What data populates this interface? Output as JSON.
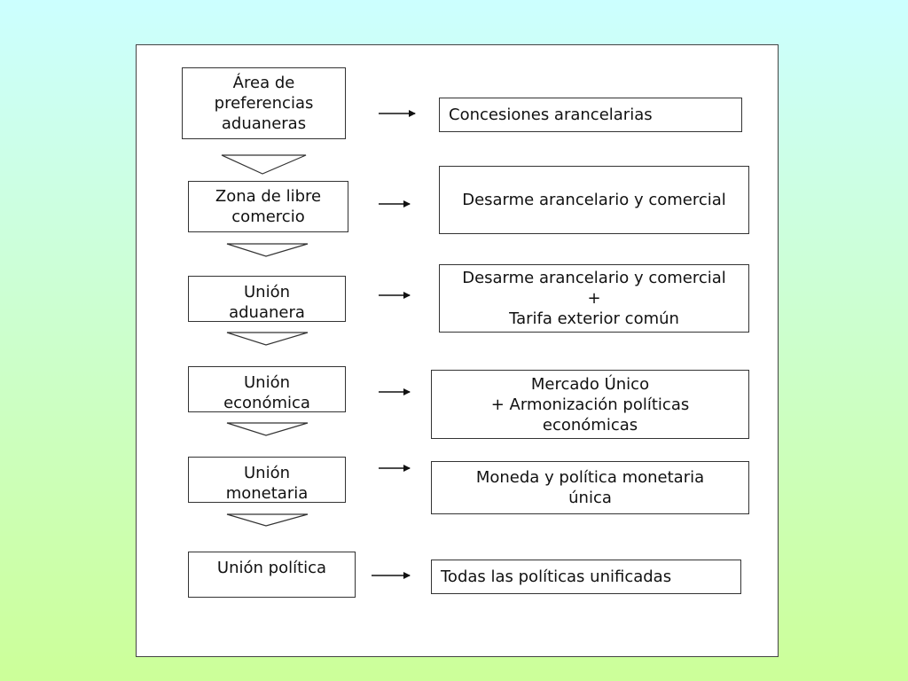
{
  "stages": [
    {
      "lines": [
        "Área de",
        "preferencias",
        "aduaneras"
      ]
    },
    {
      "lines": [
        "Zona de libre",
        "comercio"
      ]
    },
    {
      "lines": [
        "Unión",
        "aduanera"
      ]
    },
    {
      "lines": [
        "Unión",
        "económica"
      ]
    },
    {
      "lines": [
        "Unión",
        "monetaria"
      ]
    },
    {
      "lines": [
        "Unión política"
      ]
    }
  ],
  "features": [
    {
      "lines": [
        "Concesiones arancelarias"
      ]
    },
    {
      "lines": [
        "Desarme arancelario y comercial"
      ]
    },
    {
      "lines": [
        "Desarme arancelario y comercial",
        "+",
        "Tarifa exterior común"
      ]
    },
    {
      "lines": [
        "Mercado Único",
        "+  Armonización políticas",
        "económicas"
      ]
    },
    {
      "lines": [
        "Moneda y política monetaria",
        "única"
      ]
    },
    {
      "lines": [
        "Todas las políticas unificadas"
      ]
    }
  ]
}
